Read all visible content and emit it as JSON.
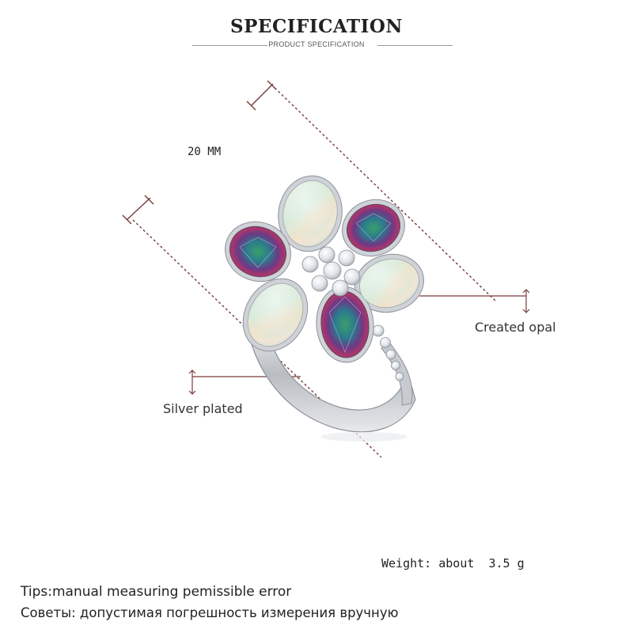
{
  "header": {
    "title": "SPECIFICATION",
    "subtitle": "PRODUCT SPECIFICATION"
  },
  "dimension": {
    "label": "20 MM"
  },
  "callouts": {
    "opal": "Created opal",
    "silver": "Silver plated"
  },
  "weight": {
    "text": "Weight: about  3.5 g"
  },
  "tips": {
    "english": "Tips:manual measuring pemissible error",
    "russian": "Советы: допустимая погрешность измерения вручную"
  },
  "colors": {
    "text": "#222222",
    "dashed_line": "#7a3b3b",
    "silver": "#c9ccd1",
    "opal": "#eef1ec",
    "mystic_topaz": "#8a3a7a"
  }
}
